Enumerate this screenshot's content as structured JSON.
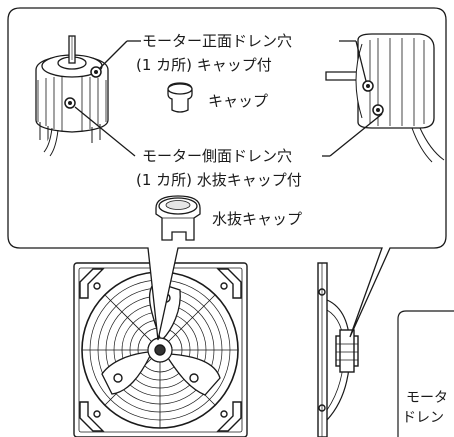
{
  "callouts": {
    "front_drain": {
      "line1": "モーター正面ドレン穴",
      "line2": "(1 カ所) キャップ付"
    },
    "side_drain": {
      "line1": "モーター側面ドレン穴",
      "line2": "(1 カ所) 水抜キャップ付"
    }
  },
  "parts": {
    "cap": "キャップ",
    "drain_cap": "水抜キャップ"
  },
  "cropped_note": {
    "line1": "モータ",
    "line2": "ドレン"
  }
}
